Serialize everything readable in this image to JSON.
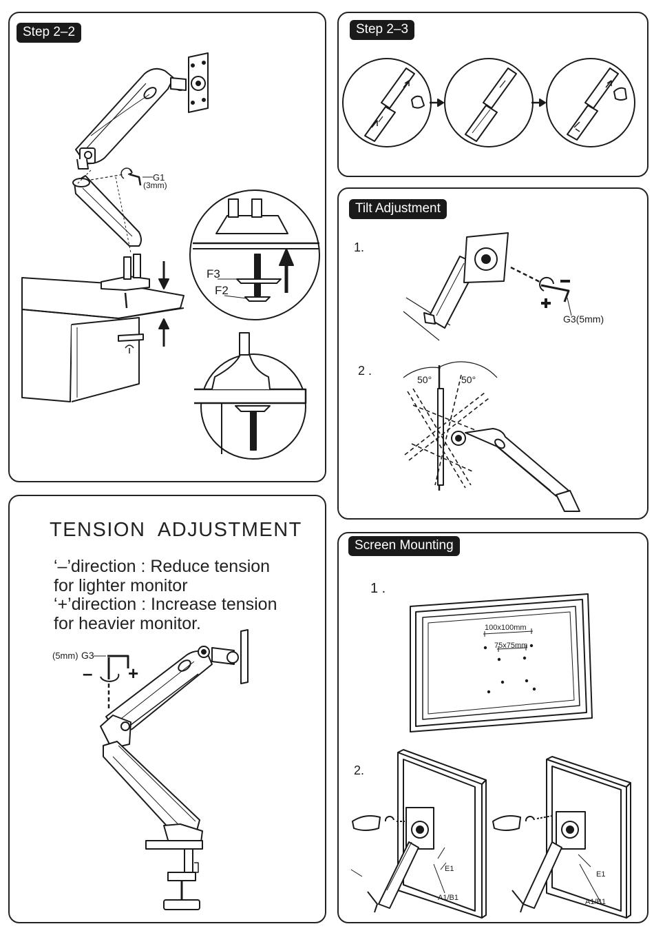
{
  "step22": {
    "title": "Step 2–2",
    "g1": "G1",
    "g1_size": "(3mm)",
    "f3": "F3",
    "f2": "F2"
  },
  "step23": {
    "title": "Step 2–3"
  },
  "tilt": {
    "title": "Tilt Adjustment",
    "n1": "1.",
    "n2": "2 .",
    "g3": "G3(5mm)",
    "angle_left": "50°",
    "angle_right": "50°"
  },
  "tension": {
    "title": "TENSION  ADJUSTMENT",
    "line1": "‘–’direction : Reduce tension",
    "line2": "for lighter monitor",
    "line3": "‘+’direction : Increase tension",
    "line4": "for heavier monitor.",
    "g3_size": "(5mm)",
    "g3": "G3",
    "minus": "–",
    "plus": "+"
  },
  "screen": {
    "title": "Screen Mounting",
    "n1": "1 .",
    "n2": "2.",
    "vesa100": "100x100mm",
    "vesa75": "75x75mm",
    "e1_left": "E1",
    "a1b1_left": "A1/B1",
    "e1_right": "E1",
    "a1b1_right": "A1/B1"
  },
  "icons": [
    "hex-key-icon",
    "rotate-arrow-icon",
    "hand-icon",
    "arrow-up-icon",
    "arrow-down-icon",
    "minus-icon",
    "plus-icon"
  ]
}
